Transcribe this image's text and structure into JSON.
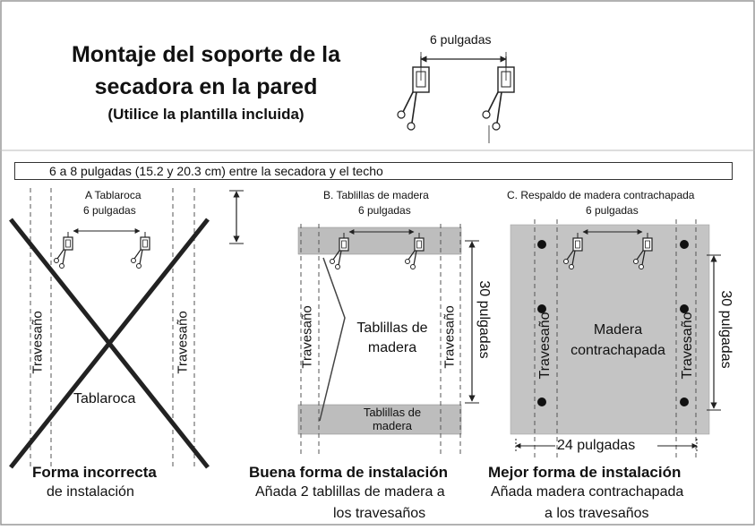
{
  "title": {
    "line1": "Montaje del soporte de la",
    "line2": "secadora en la pared",
    "subtitle": "(Utilice la plantilla incluida)"
  },
  "top_dimension": "6 pulgadas",
  "ceiling_note": "6 a 8 pulgadas (15.2 y 20.3 cm) entre la secadora y el techo",
  "panel_a": {
    "heading": "A Tablaroca",
    "dimension": "6 pulgadas",
    "stud_left": "Travesaño",
    "stud_right": "Travesaño",
    "material": "Tablaroca",
    "caption_bold": "Forma incorrecta",
    "caption": "de instalación"
  },
  "panel_b": {
    "heading": "B. Tablillas de madera",
    "dimension": "6 pulgadas",
    "stud_left": "Travesaño",
    "stud_right": "Travesaño",
    "strip_label_1": "Tablillas de",
    "strip_label_2": "madera",
    "bottom_strip_1": "Tablillas de",
    "bottom_strip_2": "madera",
    "height": "30 pulgadas",
    "caption_bold": "Buena forma de instalación",
    "caption_1": "Añada 2 tablillas de madera a",
    "caption_2": "los travesaños"
  },
  "panel_c": {
    "heading": "C. Respaldo de madera contrachapada",
    "dimension": "6 pulgadas",
    "stud_left": "Travesaño",
    "stud_right": "Travesaño",
    "material_1": "Madera",
    "material_2": "contrachapada",
    "height": "30 pulgadas",
    "width": "24 pulgadas",
    "caption_bold": "Mejor forma de instalación",
    "caption_1": "Añada madera contrachapada",
    "caption_2": "a los travesaños"
  },
  "icons": [
    "wall-bracket-icon",
    "screw-icon",
    "dimension-arrow-icon"
  ],
  "colors": {
    "wood": "#bdbdbd",
    "plywood": "#c4c4c4",
    "line": "#222222",
    "dots": "#111111"
  }
}
